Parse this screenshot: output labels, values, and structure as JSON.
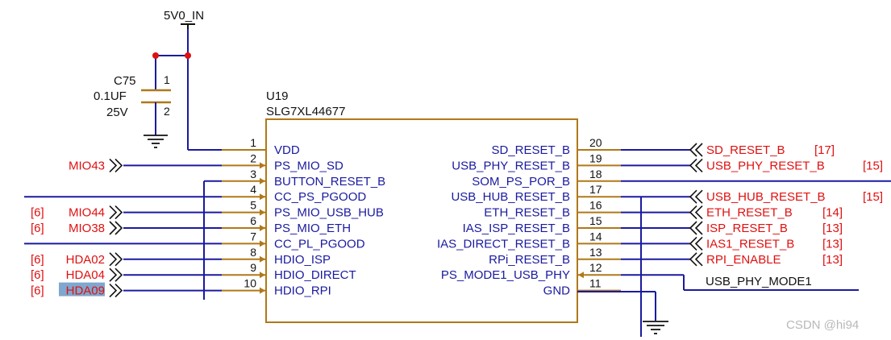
{
  "power": {
    "net": "5V0_IN"
  },
  "capacitor": {
    "ref": "C75",
    "value": "0.1UF",
    "voltage": "25V",
    "pin1": "1",
    "pin2": "2"
  },
  "chip": {
    "ref": "U19",
    "part": "SLG7XL44677"
  },
  "left_pins": [
    {
      "num": "1",
      "name": "VDD"
    },
    {
      "num": "2",
      "name": "PS_MIO_SD"
    },
    {
      "num": "3",
      "name": "BUTTON_RESET_B"
    },
    {
      "num": "4",
      "name": "CC_PS_PGOOD"
    },
    {
      "num": "5",
      "name": "PS_MIO_USB_HUB"
    },
    {
      "num": "6",
      "name": "PS_MIO_ETH"
    },
    {
      "num": "7",
      "name": "CC_PL_PGOOD"
    },
    {
      "num": "8",
      "name": "HDIO_ISP"
    },
    {
      "num": "9",
      "name": "HDIO_DIRECT"
    },
    {
      "num": "10",
      "name": "HDIO_RPI"
    }
  ],
  "right_pins": [
    {
      "num": "20",
      "name": "SD_RESET_B"
    },
    {
      "num": "19",
      "name": "USB_PHY_RESET_B"
    },
    {
      "num": "18",
      "name": "SOM_PS_POR_B"
    },
    {
      "num": "17",
      "name": "USB_HUB_RESET_B"
    },
    {
      "num": "16",
      "name": "ETH_RESET_B"
    },
    {
      "num": "15",
      "name": "IAS_ISP_RESET_B"
    },
    {
      "num": "14",
      "name": "IAS_DIRECT_RESET_B"
    },
    {
      "num": "13",
      "name": "RPi_RESET_B"
    },
    {
      "num": "12",
      "name": "PS_MODE1_USB_PHY"
    },
    {
      "num": "11",
      "name": "GND"
    }
  ],
  "left_nets": [
    {
      "name": "MIO43",
      "ref": ""
    },
    {
      "name": "MIO44",
      "ref": "[6]"
    },
    {
      "name": "MIO38",
      "ref": "[6]"
    },
    {
      "name": "HDA02",
      "ref": "[6]"
    },
    {
      "name": "HDA04",
      "ref": "[6]"
    },
    {
      "name": "HDA09",
      "ref": "[6]"
    }
  ],
  "right_nets": [
    {
      "name": "SD_RESET_B",
      "ref": "[17]"
    },
    {
      "name": "USB_PHY_RESET_B",
      "ref": "[15]"
    },
    {
      "name": "USB_HUB_RESET_B",
      "ref": "[15]"
    },
    {
      "name": "ETH_RESET_B",
      "ref": "[14]"
    },
    {
      "name": "ISP_RESET_B",
      "ref": "[13]"
    },
    {
      "name": "IAS1_RESET_B",
      "ref": "[13]"
    },
    {
      "name": "RPI_ENABLE",
      "ref": "[13]"
    }
  ],
  "usb_phy_mode": "USB_PHY_MODE1",
  "watermark": "CSDN @hi94",
  "colors": {
    "wire": "#1a1aa0",
    "pin": "#b07818",
    "net_red": "#e01010",
    "junction": "#e01010",
    "highlight": "#7fa7cf"
  }
}
